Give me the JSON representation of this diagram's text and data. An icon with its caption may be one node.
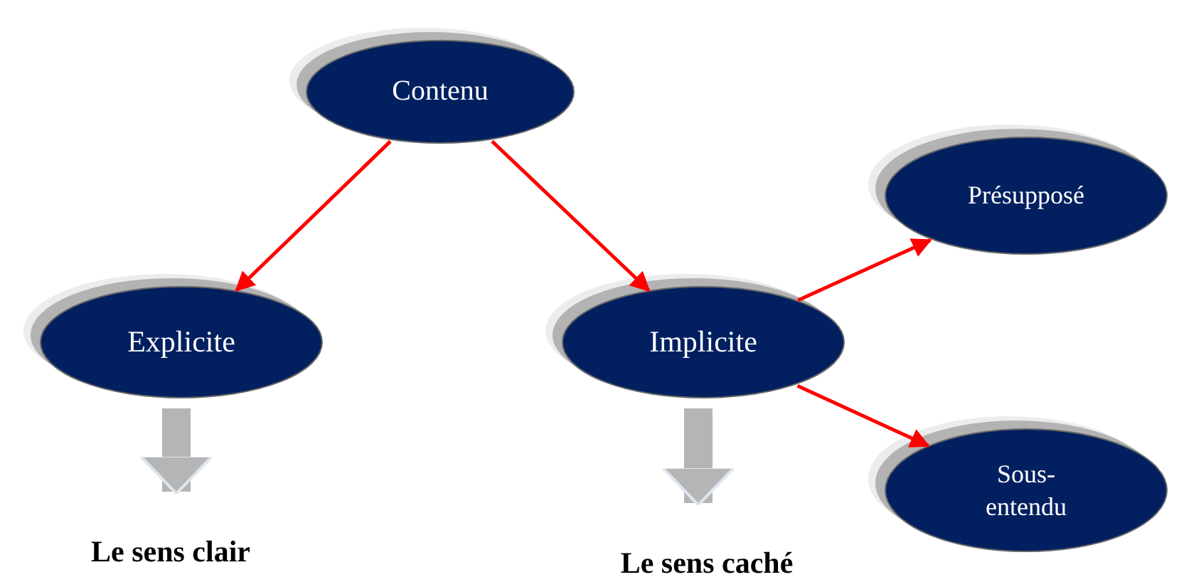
{
  "diagram": {
    "nodes": [
      {
        "text": [
          "Contenu"
        ]
      },
      {
        "text": [
          "Explicite"
        ]
      },
      {
        "text": [
          "Implicite"
        ]
      },
      {
        "text": [
          "Présupposé"
        ]
      },
      {
        "text": [
          "Sous-entendu"
        ]
      },
      {
        "text": [
          "Le sens clair"
        ]
      },
      {
        "text": [
          "Le sens caché"
        ]
      }
    ],
    "edges": [
      {
        "from": 0,
        "to": 1,
        "arrow": "to"
      },
      {
        "from": 0,
        "to": 2,
        "arrow": "to"
      },
      {
        "from": 2,
        "to": 3,
        "arrow": "to"
      },
      {
        "from": 2,
        "to": 4,
        "arrow": "to"
      },
      {
        "from": 1,
        "to": 5,
        "arrow": "to",
        "style": "thick",
        "color": "#b5b5b5"
      },
      {
        "from": 2,
        "to": 6,
        "arrow": "to",
        "style": "thick",
        "color": "#b5b5b5"
      }
    ]
  }
}
